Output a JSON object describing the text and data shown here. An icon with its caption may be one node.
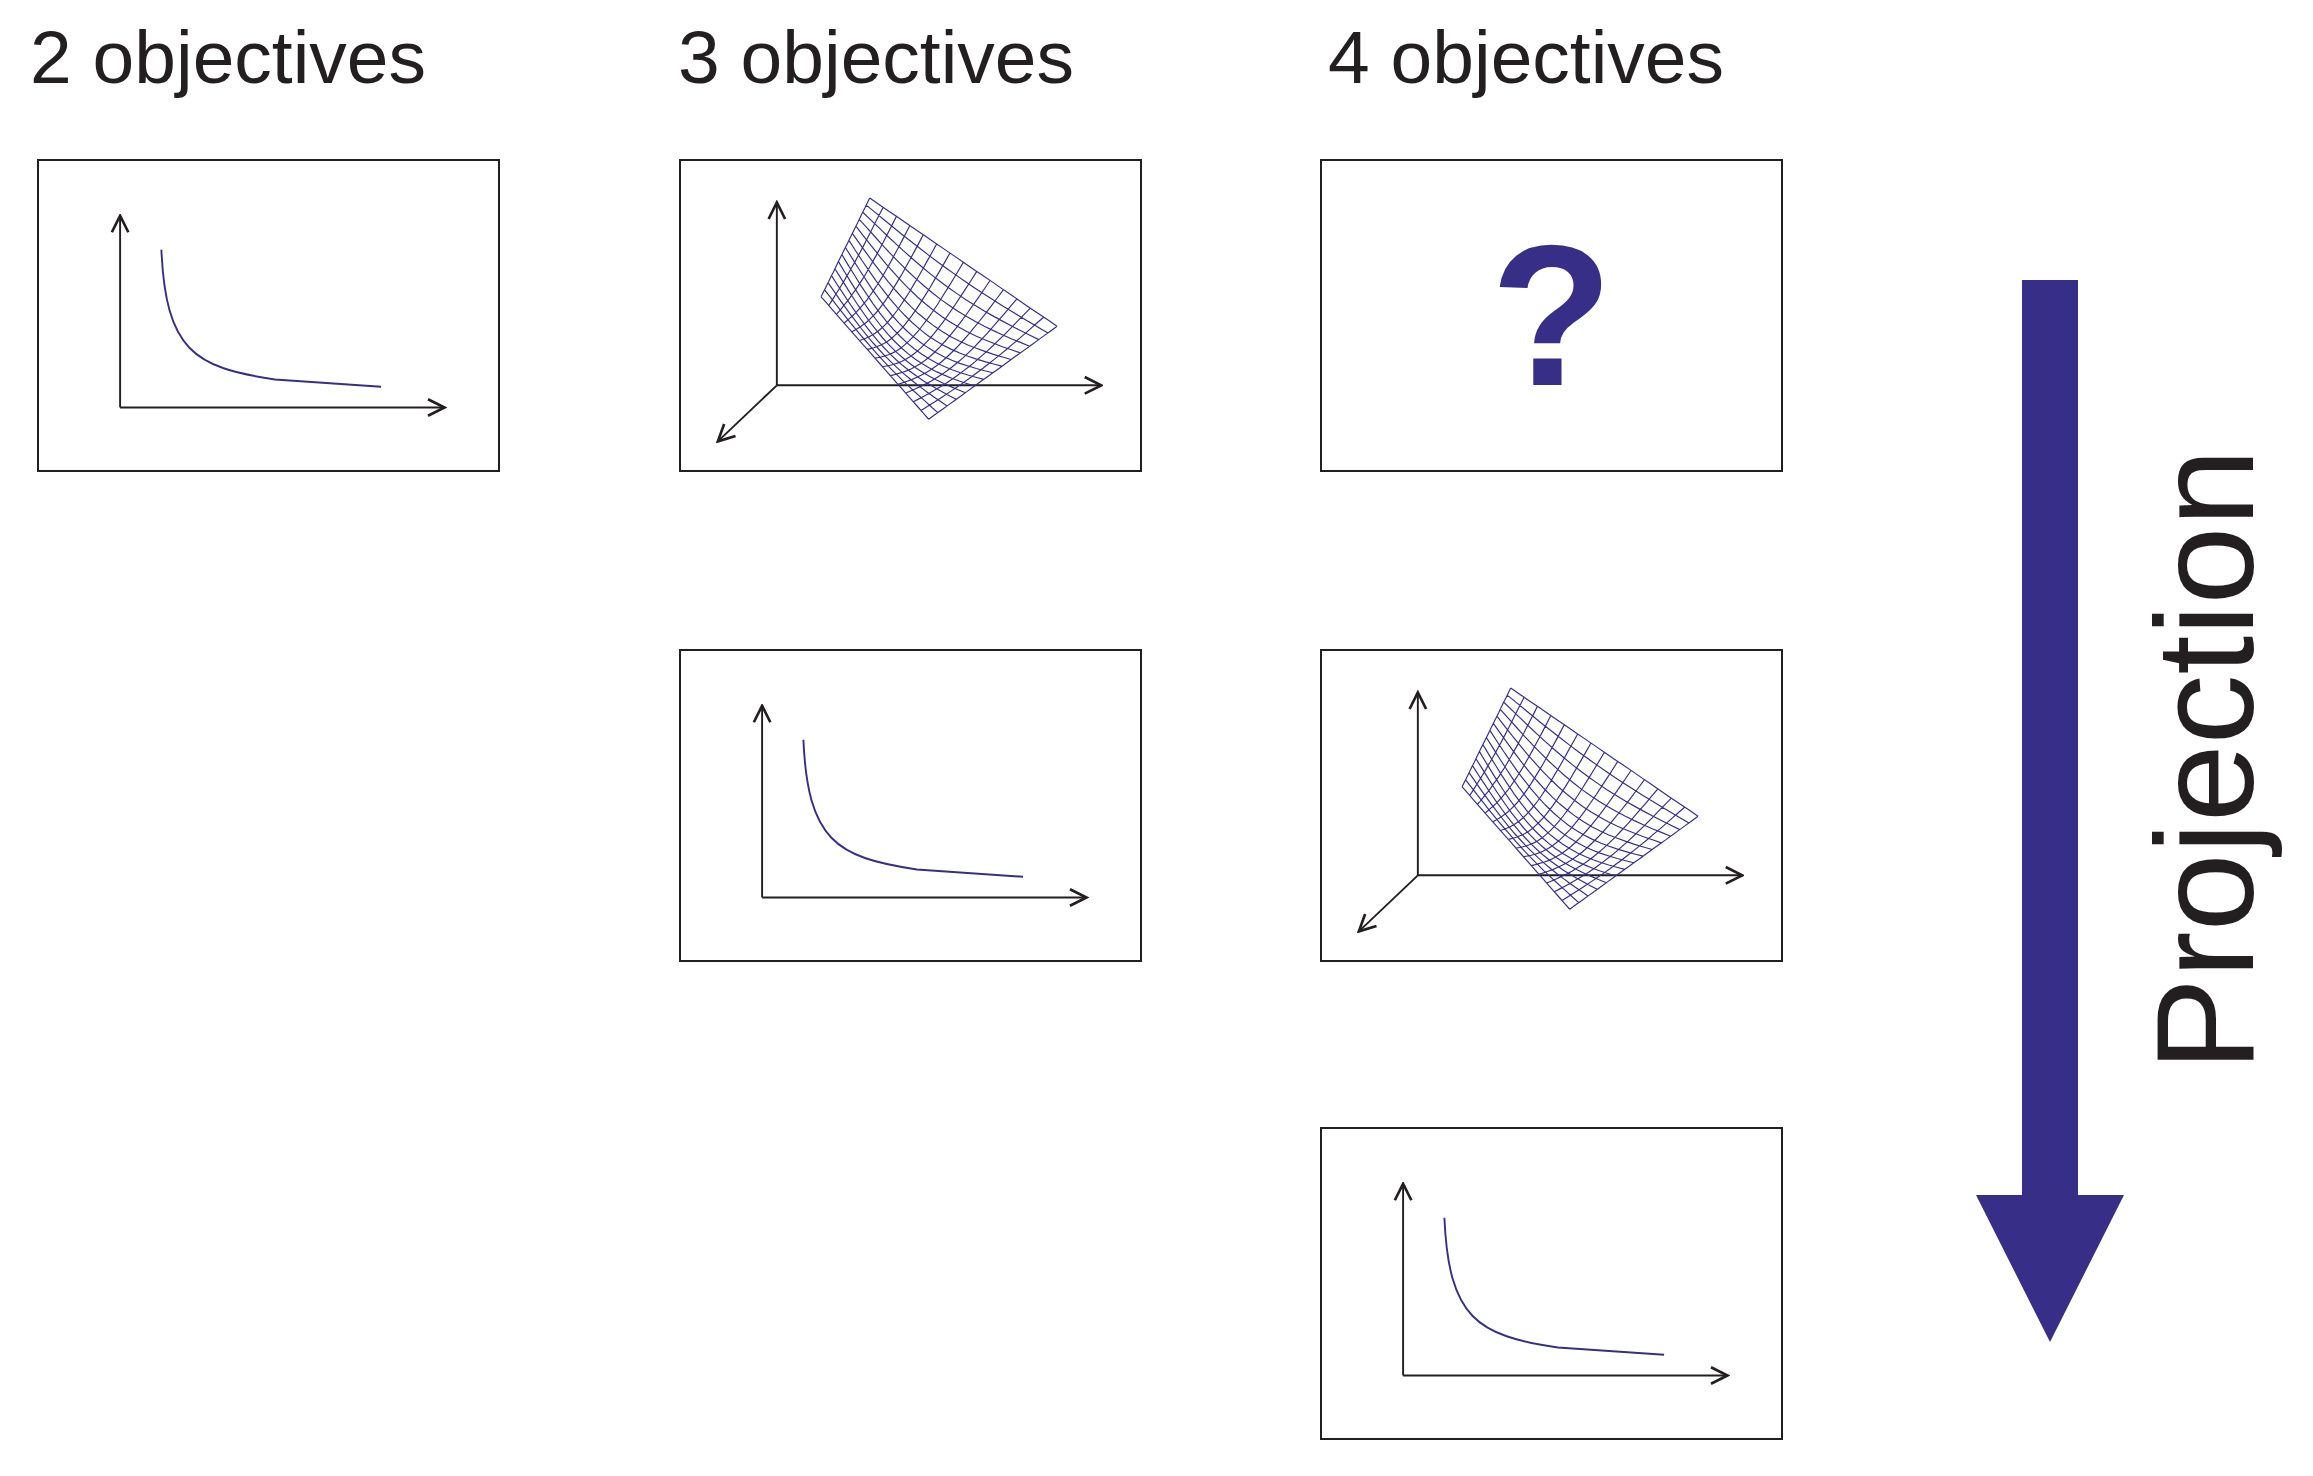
{
  "diagram": {
    "nodes": [
      {
        "text": [],
        "shape": "box"
      },
      {
        "text": [],
        "shape": "box"
      },
      {
        "text": [
          "?"
        ]
      },
      {
        "text": [],
        "shape": "box"
      },
      {
        "text": [],
        "shape": "box"
      },
      {
        "text": [],
        "shape": "box"
      }
    ],
    "labels": [
      "2 objectives",
      "3 objectives",
      "4 objectives",
      "Projection"
    ]
  }
}
